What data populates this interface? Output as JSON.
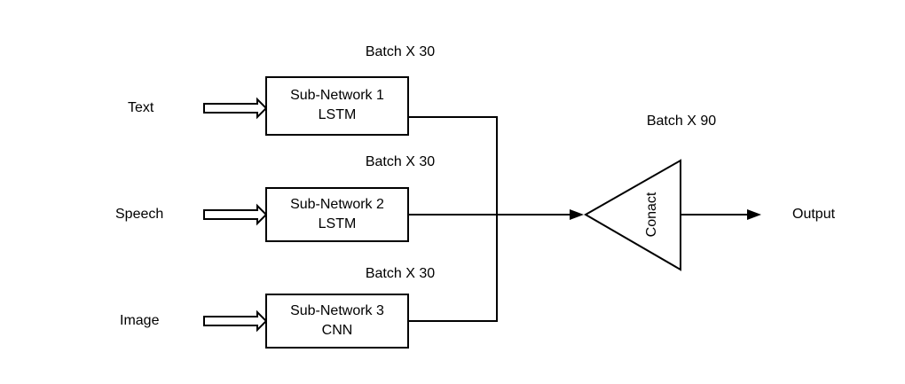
{
  "inputs": [
    {
      "label": "Text"
    },
    {
      "label": "Speech"
    },
    {
      "label": "Image"
    }
  ],
  "subnetworks": [
    {
      "name": "Sub-Network 1",
      "type": "LSTM",
      "batch": "Batch X 30"
    },
    {
      "name": "Sub-Network 2",
      "type": "LSTM",
      "batch": "Batch X 30"
    },
    {
      "name": "Sub-Network 3",
      "type": "CNN",
      "batch": "Batch X 30"
    }
  ],
  "concat": {
    "label": "Conact",
    "batch": "Batch X 90"
  },
  "output": {
    "label": "Output"
  }
}
